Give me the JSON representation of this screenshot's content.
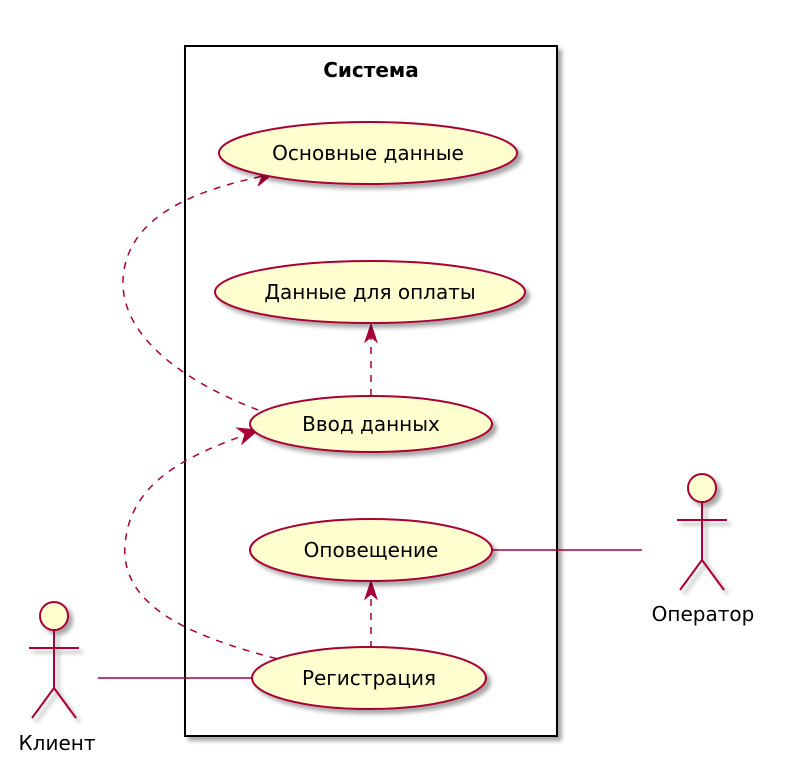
{
  "system": {
    "title": "Система"
  },
  "use_cases": {
    "basic_data": "Основные данные",
    "payment_data": "Данные для оплаты",
    "data_entry": "Ввод данных",
    "notification": "Оповещение",
    "registration": "Регистрация"
  },
  "actors": {
    "client": "Клиент",
    "operator": "Оператор"
  },
  "colors": {
    "usecase_fill": "#FEFECE",
    "border": "#A80036",
    "system_border": "#000000"
  }
}
